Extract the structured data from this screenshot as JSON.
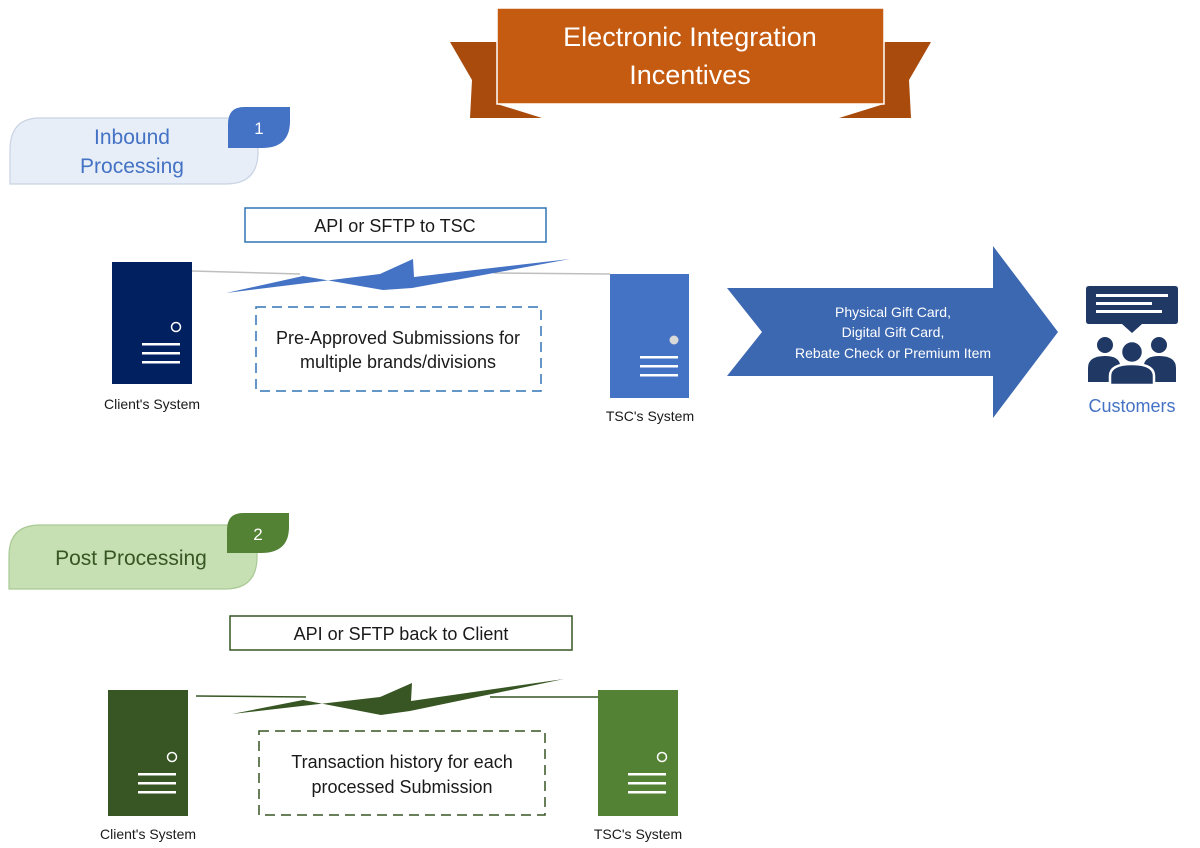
{
  "banner": {
    "line1": "Electronic Integration",
    "line2": "Incentives",
    "color": "#C55A11"
  },
  "inbound": {
    "tab_line1": "Inbound",
    "tab_line2": "Processing",
    "step_number": "1",
    "tab_fill": "#E7EEF8",
    "tab_text_color": "#4472C4",
    "badge_color": "#4472C4",
    "link_label": "API or SFTP to TSC",
    "note_line1": "Pre-Approved Submissions for",
    "note_line2": "multiple brands/divisions",
    "client_label": "Client's System",
    "tsc_label": "TSC's System",
    "client_server_color": "#002060",
    "tsc_server_color": "#4472C4",
    "accent_color": "#2E75B6",
    "arrow_line1": "Physical Gift Card,",
    "arrow_line2": "Digital Gift Card,",
    "arrow_line3": "Rebate Check or Premium Item",
    "arrow_color": "#3C67B1",
    "customers_label": "Customers",
    "customers_icon": "customers-feedback-icon",
    "customers_color": "#203864"
  },
  "post": {
    "tab_line1": "Post Processing",
    "step_number": "2",
    "tab_fill": "#C6E0B4",
    "tab_text_color": "#375623",
    "badge_color": "#548235",
    "link_label": "API or SFTP back to Client",
    "note_line1": "Transaction history for each",
    "note_line2": "processed Submission",
    "client_label": "Client's System",
    "tsc_label": "TSC's System",
    "client_server_color": "#375623",
    "tsc_server_color": "#548235",
    "accent_color": "#375623"
  }
}
